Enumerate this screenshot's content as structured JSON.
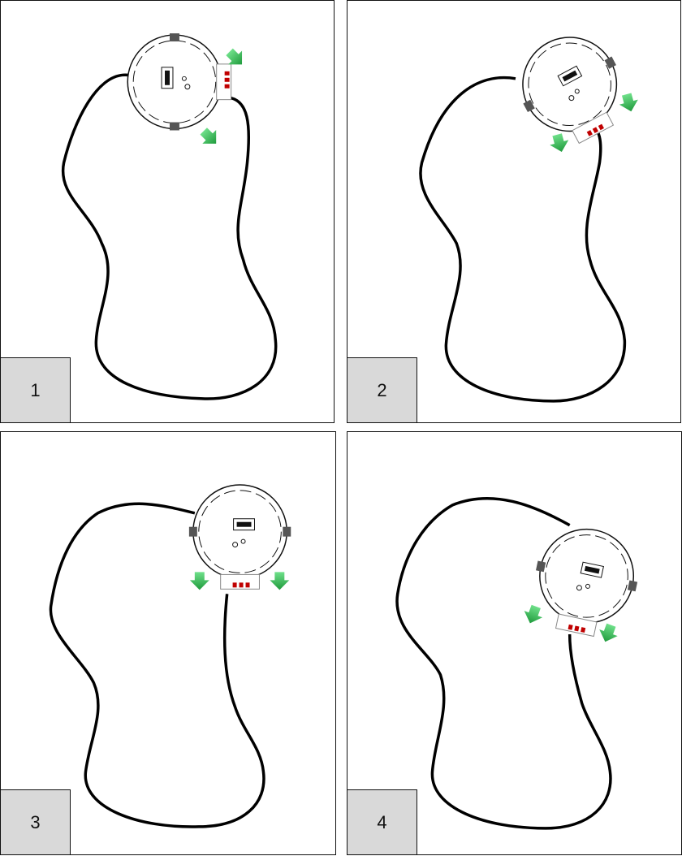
{
  "panels": [
    {
      "label": "1"
    },
    {
      "label": "2"
    },
    {
      "label": "3"
    },
    {
      "label": "4"
    }
  ],
  "colors": {
    "track": "#000000",
    "arrow": "#2db84e",
    "sensor": "#c00000",
    "label_box": "#d9d9d9"
  },
  "icons": [
    "robot-icon",
    "direction-arrow-icon",
    "line-sensor-icon"
  ]
}
